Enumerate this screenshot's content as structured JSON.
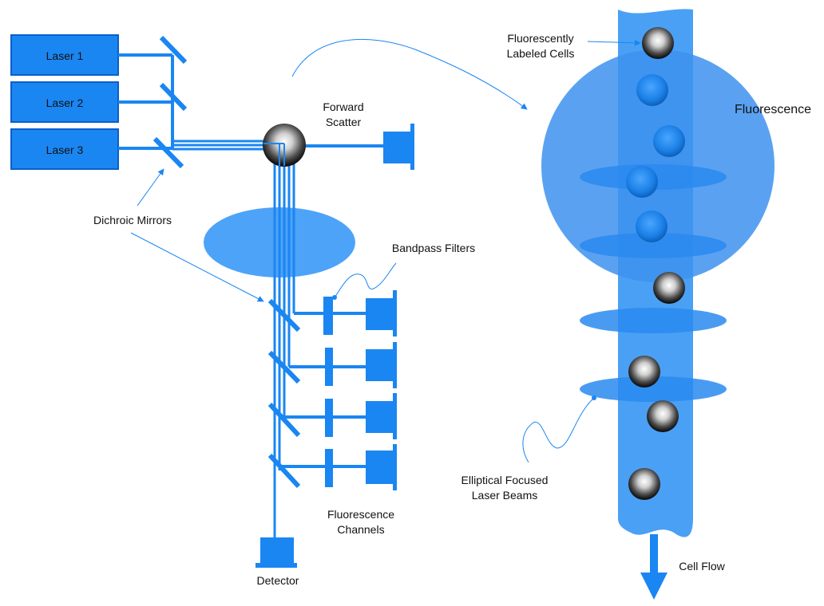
{
  "lasers": [
    "Laser 1",
    "Laser 2",
    "Laser 3"
  ],
  "labels": {
    "dichroic_mirrors": "Dichroic Mirrors",
    "forward_scatter": [
      "Forward",
      "Scatter"
    ],
    "bandpass_filters": "Bandpass Filters",
    "fluorescence_channels": [
      "Fluorescence",
      "Channels"
    ],
    "detector": "Detector",
    "fluorescently_labeled_cells": [
      "Fluorescently",
      "Labeled Cells"
    ],
    "fluorescence": "Fluorescence",
    "elliptical_beams": [
      "Elliptical Focused",
      "Laser Beams"
    ],
    "cell_flow": "Cell Flow"
  },
  "colors": {
    "beam": "#1a86f2",
    "box": "#1a86f2",
    "box_border": "#0b5fc9",
    "lens": "#4da3f7",
    "stream": "#4aa0f5",
    "big_circle": "#3d92ef",
    "leader": "#1a86f2"
  }
}
